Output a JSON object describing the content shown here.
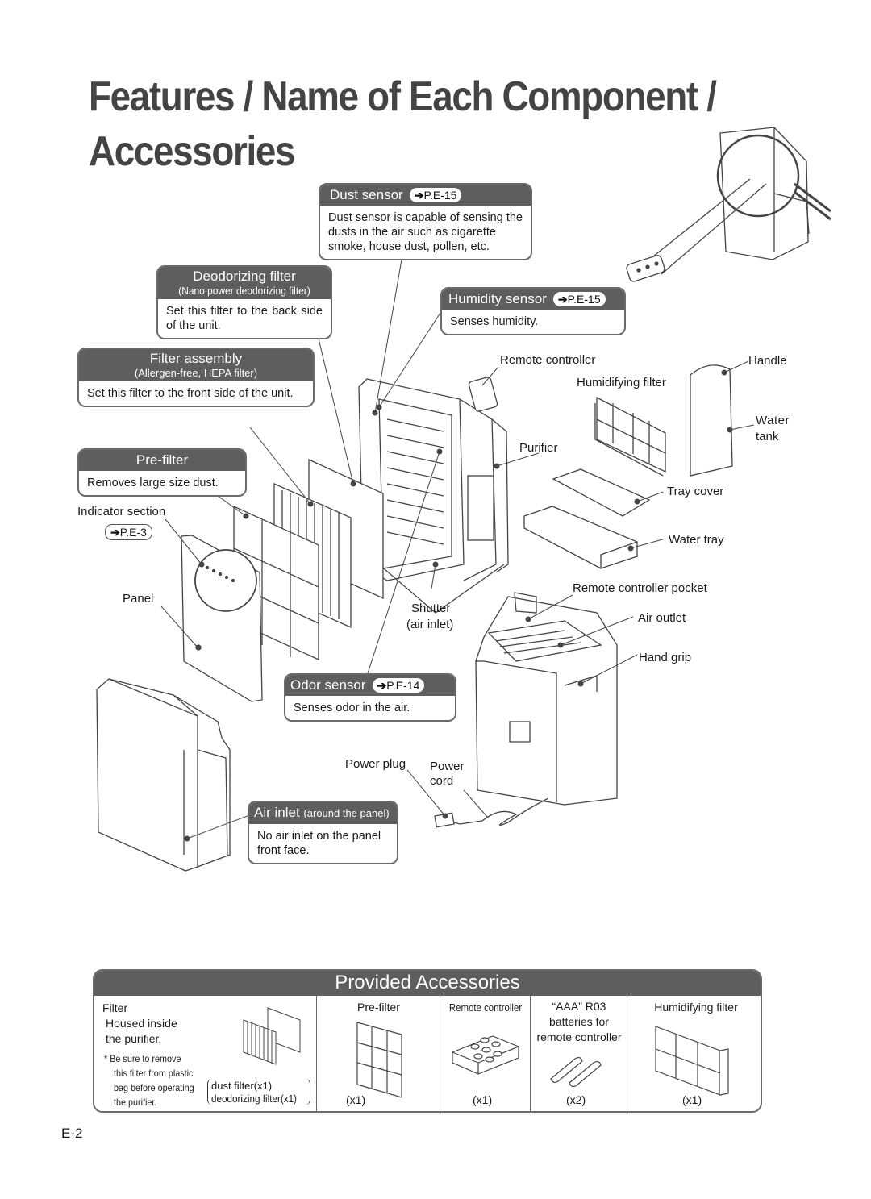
{
  "title": {
    "line1": "Features / Name of Each Component /",
    "line2": "Accessories"
  },
  "callouts": {
    "dust": {
      "title": "Dust sensor",
      "ref": "P.E-15",
      "body": "Dust sensor is capable of sensing the dusts in the air such as cigarette smoke, house dust, pollen, etc."
    },
    "deodorizing": {
      "title": "Deodorizing filter",
      "subtitle": "(Nano power deodorizing filter)",
      "body": "Set this filter to the back side of the unit."
    },
    "humidity": {
      "title": "Humidity sensor",
      "ref": "P.E-15",
      "body": "Senses humidity."
    },
    "filter_assembly": {
      "title": "Filter assembly",
      "subtitle": "(Allergen-free, HEPA filter)",
      "body": "Set this filter to the front side of the unit."
    },
    "prefilter": {
      "title": "Pre-filter",
      "body": "Removes large size dust."
    },
    "odor": {
      "title": "Odor sensor",
      "ref": "P.E-14",
      "body": "Senses odor in the air."
    },
    "air_inlet": {
      "title": "Air inlet",
      "title_note": "(around the panel)",
      "body": "No air inlet on the panel front face."
    }
  },
  "labels": {
    "indicator_section": "Indicator section",
    "indicator_ref": "P.E-3",
    "panel": "Panel",
    "remote_controller": "Remote controller",
    "humidifying_filter": "Humidifying filter",
    "handle": "Handle",
    "water_tank_1": "Water",
    "water_tank_2": "tank",
    "purifier": "Purifier",
    "tray_cover": "Tray cover",
    "water_tray": "Water tray",
    "remote_controller_pocket": "Remote controller pocket",
    "shutter_1": "Shutter",
    "shutter_2": "(air inlet)",
    "air_outlet": "Air outlet",
    "hand_grip": "Hand grip",
    "power_plug": "Power plug",
    "power_cord_1": "Power",
    "power_cord_2": "cord"
  },
  "accessories": {
    "heading": "Provided Accessories",
    "filter": {
      "title": "Filter",
      "line1": "Housed inside",
      "line2": "the purifier.",
      "note1": "* Be sure to remove",
      "note2": "this filter from plastic",
      "note3": "bag before operating",
      "note4": "the purifier.",
      "item1": "dust filter(x1)",
      "item2": "deodorizing filter(x1)"
    },
    "prefilter": {
      "title": "Pre-filter",
      "qty": "(x1)"
    },
    "remote": {
      "title": "Remote controller",
      "qty": "(x1)"
    },
    "batteries": {
      "title1": "“AAA” R03",
      "title2": "batteries for",
      "title3": "remote controller",
      "qty": "(x2)"
    },
    "humidifying": {
      "title": "Humidifying filter",
      "qty": "(x1)"
    }
  },
  "page_number": "E-2",
  "colors": {
    "header_gray": "#5e5e5e",
    "border": "#6a6a6a",
    "title": "#444444"
  }
}
